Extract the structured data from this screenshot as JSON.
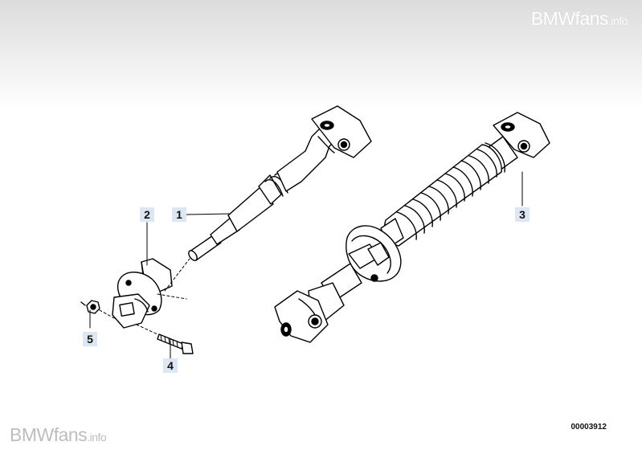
{
  "watermark": {
    "top_brand": "BMWfans",
    "top_suffix": ".info",
    "bottom_brand": "BMWfans",
    "bottom_suffix": ".info"
  },
  "callouts": [
    {
      "id": "1",
      "label": "1"
    },
    {
      "id": "2",
      "label": "2"
    },
    {
      "id": "3",
      "label": "3"
    },
    {
      "id": "4",
      "label": "4"
    },
    {
      "id": "5",
      "label": "5"
    }
  ],
  "diagram_number": "00003912"
}
